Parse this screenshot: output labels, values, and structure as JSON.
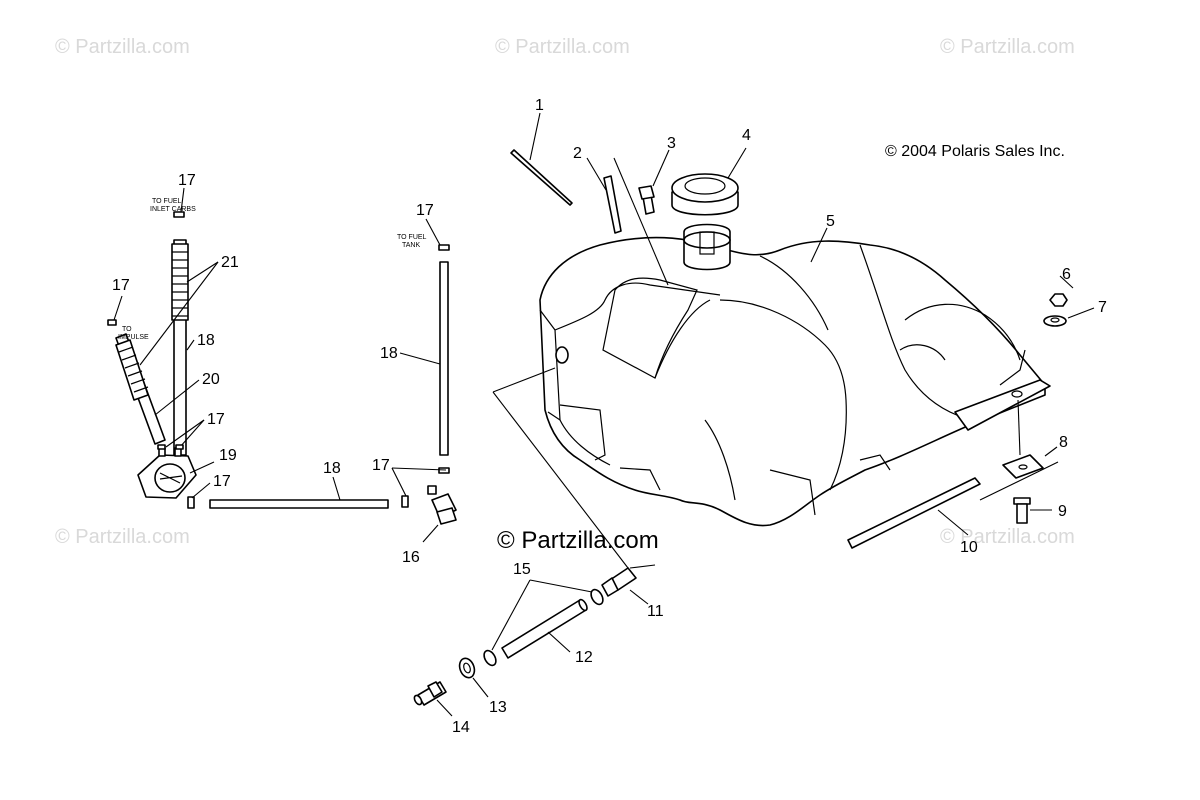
{
  "watermark": {
    "text": "© Partzilla.com",
    "center_text": "© Partzilla.com",
    "color": "#d9d9d9"
  },
  "copyright": "© 2004 Polaris Sales Inc.",
  "hose_notes": {
    "to_fuel_inlet_carbs": [
      "TO FUEL",
      "INLET CARBS"
    ],
    "to_impulse": [
      "TO",
      "IMPULSE"
    ],
    "to_fuel_tank": [
      "TO FUEL",
      "TANK"
    ]
  },
  "callouts": {
    "c1": "1",
    "c2": "2",
    "c3": "3",
    "c4": "4",
    "c5": "5",
    "c6": "6",
    "c7": "7",
    "c8": "8",
    "c9": "9",
    "c10": "10",
    "c11": "11",
    "c12": "12",
    "c13": "13",
    "c14": "14",
    "c15": "15",
    "c16": "16",
    "c17a": "17",
    "c17b": "17",
    "c17c": "17",
    "c17d": "17",
    "c17e": "17",
    "c17f": "17",
    "c18a": "18",
    "c18b": "18",
    "c18c": "18",
    "c19": "19",
    "c20": "20",
    "c21": "21"
  }
}
